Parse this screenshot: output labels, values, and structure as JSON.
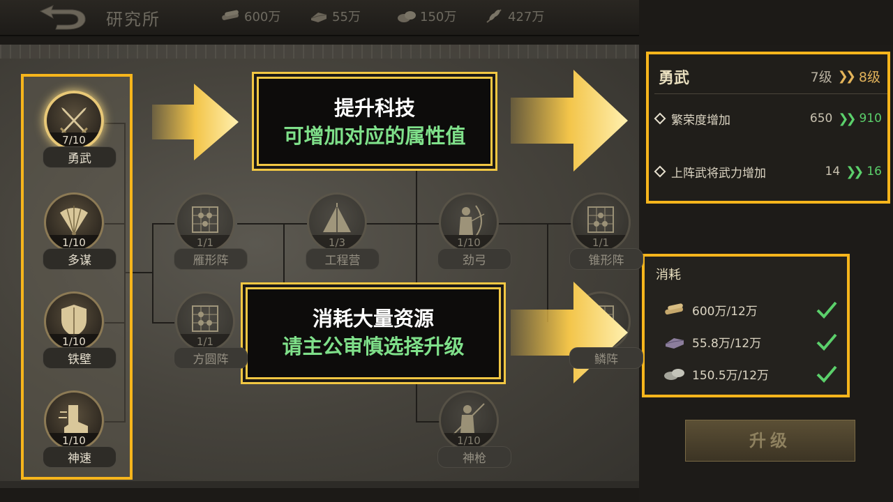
{
  "header": {
    "title": "研究所",
    "resources": [
      {
        "icon": "wood-icon",
        "value": "600万"
      },
      {
        "icon": "iron-icon",
        "value": "55万"
      },
      {
        "icon": "stone-icon",
        "value": "150万"
      },
      {
        "icon": "grain-icon",
        "value": "427万"
      }
    ]
  },
  "tree": {
    "left_column": [
      {
        "name": "勇武",
        "level": "7/10",
        "icon": "crossed-swords-icon"
      },
      {
        "name": "多谋",
        "level": "1/10",
        "icon": "fan-icon"
      },
      {
        "name": "铁壁",
        "level": "1/10",
        "icon": "shield-icon"
      },
      {
        "name": "神速",
        "level": "1/10",
        "icon": "boot-icon"
      }
    ],
    "nodes": [
      {
        "name": "雁形阵",
        "level": "1/1",
        "icon": "formation-grid-icon"
      },
      {
        "name": "工程营",
        "level": "1/3",
        "icon": "tent-icon"
      },
      {
        "name": "劲弓",
        "level": "1/10",
        "icon": "archer-icon"
      },
      {
        "name": "锥形阵",
        "level": "1/1",
        "icon": "formation-grid-icon"
      },
      {
        "name": "方圆阵",
        "level": "1/1",
        "icon": "formation-grid-icon"
      },
      {
        "name": "神枪",
        "level": "1/10",
        "icon": "spearman-icon"
      },
      {
        "name": "鳞阵",
        "level": "",
        "icon": "formation-grid-icon"
      }
    ]
  },
  "callouts": [
    {
      "line1": "提升科技",
      "line2": "可增加对应的属性值"
    },
    {
      "line1": "消耗大量资源",
      "line2": "请主公审慎选择升级"
    }
  ],
  "detail": {
    "title": "勇武",
    "level_current": "7级",
    "level_next": "8级",
    "stats": [
      {
        "label": "繁荣度增加",
        "current": "650",
        "next": "910"
      },
      {
        "label": "上阵武将武力增加",
        "current": "14",
        "next": "16"
      }
    ]
  },
  "cost": {
    "title": "消耗",
    "items": [
      {
        "icon": "wood-icon",
        "text": "600万/12万"
      },
      {
        "icon": "iron-icon",
        "text": "55.8万/12万"
      },
      {
        "icon": "stone-icon",
        "text": "150.5万/12万"
      }
    ]
  },
  "upgrade_button": "升级",
  "colors": {
    "highlight": "#f6b51c",
    "positive": "#5bd06b",
    "callout_text": "#7fe08a"
  }
}
